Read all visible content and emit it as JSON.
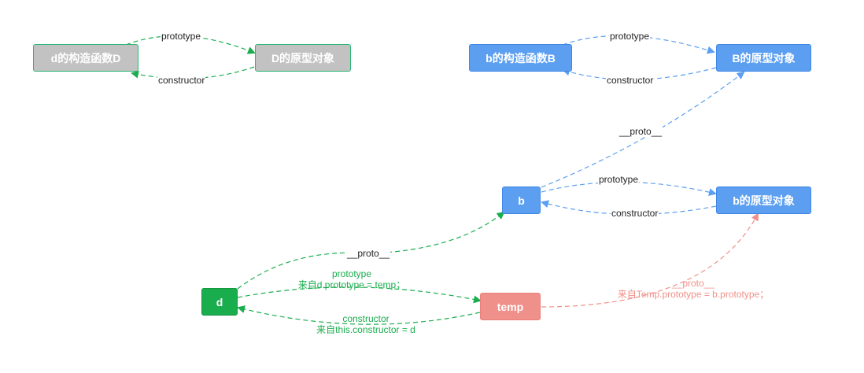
{
  "nodes": {
    "ctor_d": "d的构造函数D",
    "proto_d": "D的原型对象",
    "ctor_b": "b的构造函数B",
    "proto_B": "B的原型对象",
    "b": "b",
    "proto_b": "b的原型对象",
    "d": "d",
    "temp": "temp"
  },
  "labels": {
    "d_prototype": "prototype",
    "d_constructor": "constructor",
    "b_top_prototype": "prototype",
    "b_top_constructor": "constructor",
    "b_proto": "__proto__",
    "b_prototype": "prototype",
    "b_constructor": "constructor",
    "d_proto": "__proto__",
    "d_temp_prototype": "prototype",
    "d_temp_prototype_note": "来自d.prototype = temp；",
    "temp_constructor": "constructor",
    "temp_constructor_note": "来自this.constructor = d",
    "temp_proto": "__proto__",
    "temp_proto_note": "来自Temp.prototype = b.prototype；"
  },
  "colors": {
    "green": "#1aad4e",
    "blue": "#5c9ff0",
    "pink": "#f0908a",
    "gray": "#c2c2c2"
  }
}
